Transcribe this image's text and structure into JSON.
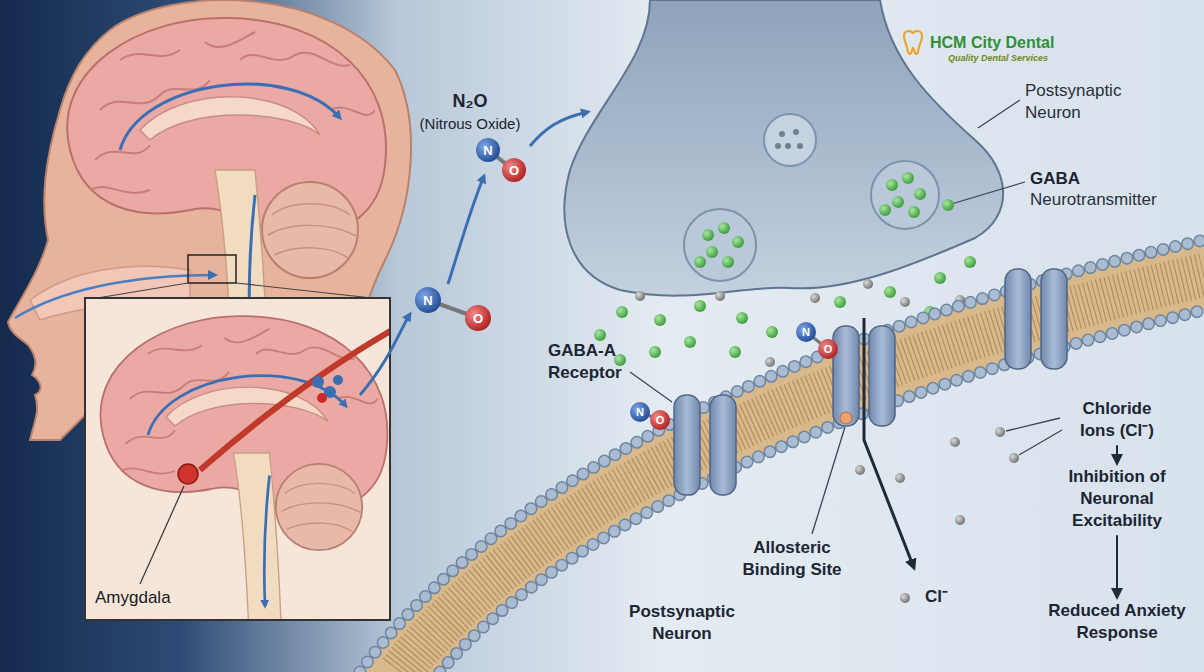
{
  "diagram": {
    "nodes": [
      {
        "text": [
          "Chloride Ions (Cl⁻)"
        ]
      },
      {
        "text": [
          "Inhibition of Neuronal Excitability"
        ]
      },
      {
        "text": [
          "Reduced Anxiety Response"
        ]
      }
    ],
    "edges": [
      {
        "from": 0,
        "to": 1,
        "arrow": "to"
      },
      {
        "from": 1,
        "to": 2,
        "arrow": "to"
      }
    ],
    "labels": [
      "N₂O",
      "(Nitrous Oxide)",
      "HCM City Dental",
      "Quality Dental Services",
      "Postsynaptic Neuron",
      "GABA",
      "Neurotransmitter",
      "GABA-A Receptor",
      "Allosteric Binding Site",
      "Cl⁻",
      "Postsynaptic Neuron",
      "Amygdala",
      "N",
      "O",
      "N",
      "O",
      "N",
      "O",
      "N",
      "O"
    ]
  }
}
